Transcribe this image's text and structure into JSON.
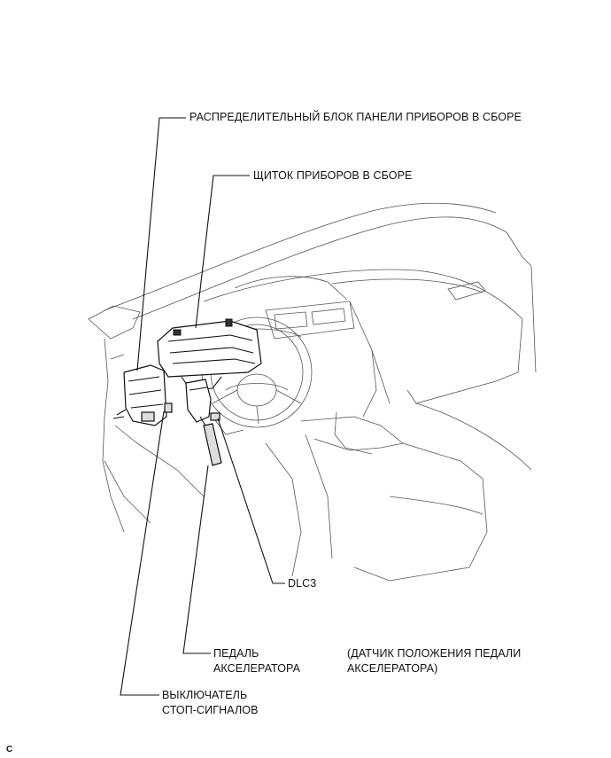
{
  "labels": {
    "instrument_panel_junction_block": "РАСПРЕДЕЛИТЕЛЬНЫЙ БЛОК ПАНЕЛИ ПРИБОРОВ В СБОРЕ",
    "combination_meter": "ЩИТОК ПРИБОРОВ В СБОРЕ",
    "dlc3": "DLC3",
    "accelerator_pedal_line1": "ПЕДАЛЬ",
    "accelerator_pedal_line2": "АКСЕЛЕРАТОРА",
    "pedal_sensor_line1": "(ДАТЧИК ПОЛОЖЕНИЯ ПЕДАЛИ",
    "pedal_sensor_line2": "АКСЕЛЕРАТОРА)",
    "stop_light_switch_line1": "ВЫКЛЮЧАТЕЛЬ",
    "stop_light_switch_line2": "СТОП-СИГНАЛОВ",
    "corner_code": "C"
  }
}
